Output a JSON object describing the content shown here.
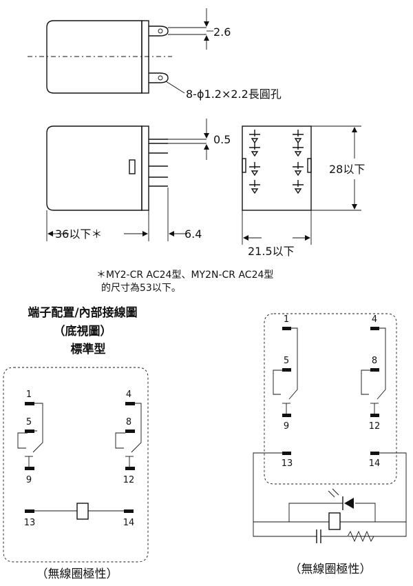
{
  "dimensions": {
    "terminal_thickness": "2.6",
    "hole_spec": "8-ϕ1.2×2.2長圓孔",
    "terminal_offset": "0.5",
    "height": "28以下",
    "depth": "36以下＊",
    "pin_length": "6.4",
    "width": "21.5以下"
  },
  "footnote": {
    "line1": "＊MY2-CR AC24型、MY2N-CR AC24型",
    "line2": "的尺寸為53以下。"
  },
  "left_diagram": {
    "title_line1": "端子配置/內部接線圖",
    "title_line2": "（底視圖）",
    "title_line3": "標準型",
    "caption": "（無線圈極性）",
    "pins": [
      "1",
      "5",
      "9",
      "4",
      "8",
      "12",
      "13",
      "14"
    ]
  },
  "right_diagram": {
    "caption": "（無線圈極性）",
    "pins": [
      "1",
      "5",
      "9",
      "4",
      "8",
      "12",
      "13",
      "14"
    ]
  }
}
